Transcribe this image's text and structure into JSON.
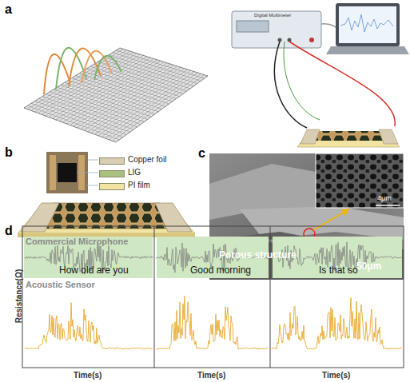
{
  "diagram": {
    "nodes": [
      {
        "text": [
          "Commercial Microphone",
          "How old are you"
        ]
      },
      {
        "text": [
          "Good morning"
        ]
      },
      {
        "text": [
          "Is that so"
        ]
      }
    ],
    "labels": [
      "a",
      "Digital Multimeter",
      "b",
      "c",
      "Porous structure",
      "4μm",
      "50μm",
      "d",
      "Resistance(Ω)",
      "Acoustic Sensor",
      "Time(s)",
      "Time(s)",
      "Time(s)"
    ],
    "legend": [
      {
        "text": "Copper foil",
        "color": "#d9cdb3"
      },
      {
        "text": "LIG",
        "color": "#a9bf7e"
      },
      {
        "text": "PI film",
        "color": "#f1e4a2"
      }
    ]
  }
}
